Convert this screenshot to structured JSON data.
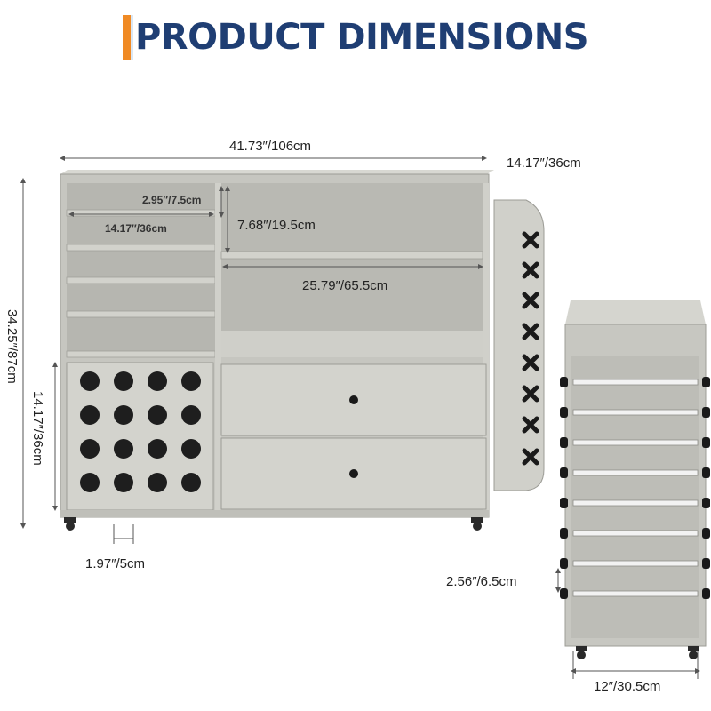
{
  "header": {
    "title": "PRODUCT DIMENSIONS"
  },
  "dimensions": {
    "width": "41.73″/106cm",
    "depth": "14.17″/36cm",
    "height": "34.25″/87cm",
    "cube_height": "14.17″/36cm",
    "small_shelf_gap": "2.95″/7.5cm",
    "small_shelf_width": "14.17″/36cm",
    "shelf_gap": "7.68″/19.5cm",
    "shelf_width": "25.79″/65.5cm",
    "hole_gap": "1.97″/5cm",
    "rack_gap": "2.56″/6.5cm",
    "side_width": "12″/30.5cm"
  },
  "colors": {
    "title": "#1f3e73",
    "accent": "#f08a24",
    "cabinet": "#c9c9c3",
    "cabinet_dark": "#a7a7a1"
  }
}
